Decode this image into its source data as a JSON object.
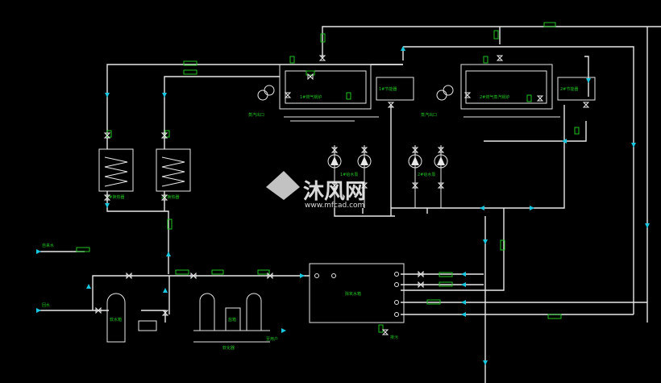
{
  "watermark": {
    "brand": "沐风网",
    "url": "www.mfcad.com"
  },
  "colors": {
    "background": "#000000",
    "pipe": "#e8e8e8",
    "label": "#21c421",
    "flow_arrow": "#19c8e0"
  },
  "labels": {
    "boiler_1": "1#燃气锅炉",
    "boiler_2": "2#燃气蒸汽锅炉",
    "economizer_1": "1#节能器",
    "economizer_2": "2#节能器",
    "pump_group_1": "1#给水泵",
    "pump_group_2": "2#给水泵",
    "heat_exchanger_1": "1#换热器",
    "heat_exchanger_2": "2#换热器",
    "softener": "软化器",
    "softener_tank": "软水箱",
    "deaerator_tank": "除氧水箱",
    "salt_tank": "盐箱",
    "water_supply": "自来水",
    "return_water": "回水",
    "steam_out": "蒸汽出口",
    "drain": "排污",
    "to_user": "至用户"
  }
}
